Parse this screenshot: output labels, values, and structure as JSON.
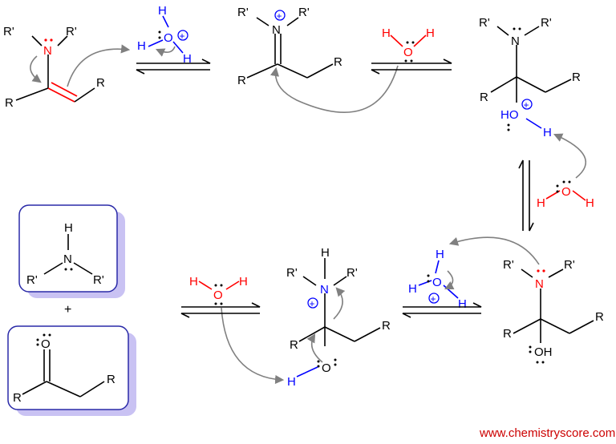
{
  "labels": {
    "r": "R",
    "r_prime": "R'",
    "n": "N",
    "o": "O",
    "h": "H",
    "oh": "OH",
    "ho": "HO",
    "plus_charge": "+",
    "plus_sign": "+"
  },
  "credit": "www.chemistryscore.com",
  "colors": {
    "highlight": "#ff0000",
    "hydronium": "#0000ff",
    "arrow": "#808080",
    "box_border": "#2a2aa8",
    "box_shadow": "#c9c2f3"
  }
}
